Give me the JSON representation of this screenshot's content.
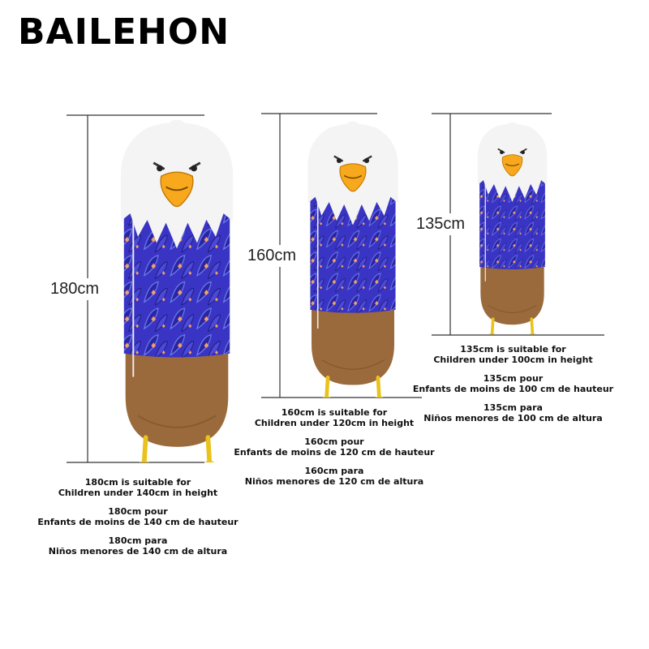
{
  "brand": "BAILEHON",
  "colors": {
    "feather_body": "#3a34c4",
    "feather_dark": "#1c1a78",
    "feather_light": "#6d7ff0",
    "feather_accent": "#f5a26a",
    "head_white": "#f4f4f4",
    "beak": "#f8a81c",
    "bottom_brown": "#9a6a3c",
    "feet": "#e9c21b"
  },
  "sizes": [
    {
      "height_label": "180cm",
      "caption_en_1": "180cm is suitable for",
      "caption_en_2": "Children under 140cm in height",
      "caption_fr_1": "180cm pour",
      "caption_fr_2": "Enfants de moins de 140 cm de hauteur",
      "caption_es_1": "180cm para",
      "caption_es_2": "Niños menores de 140 cm de altura"
    },
    {
      "height_label": "160cm",
      "caption_en_1": "160cm is suitable for",
      "caption_en_2": "Children under 120cm in height",
      "caption_fr_1": "160cm pour",
      "caption_fr_2": "Enfants de moins de 120 cm de hauteur",
      "caption_es_1": "160cm para",
      "caption_es_2": "Niños menores de 120 cm de altura"
    },
    {
      "height_label": "135cm",
      "caption_en_1": "135cm is suitable for",
      "caption_en_2": "Children under 100cm in height",
      "caption_fr_1": "135cm pour",
      "caption_fr_2": "Enfants de moins de 100 cm de hauteur",
      "caption_es_1": "135cm para",
      "caption_es_2": "Niños menores de 100 cm de altura"
    }
  ]
}
